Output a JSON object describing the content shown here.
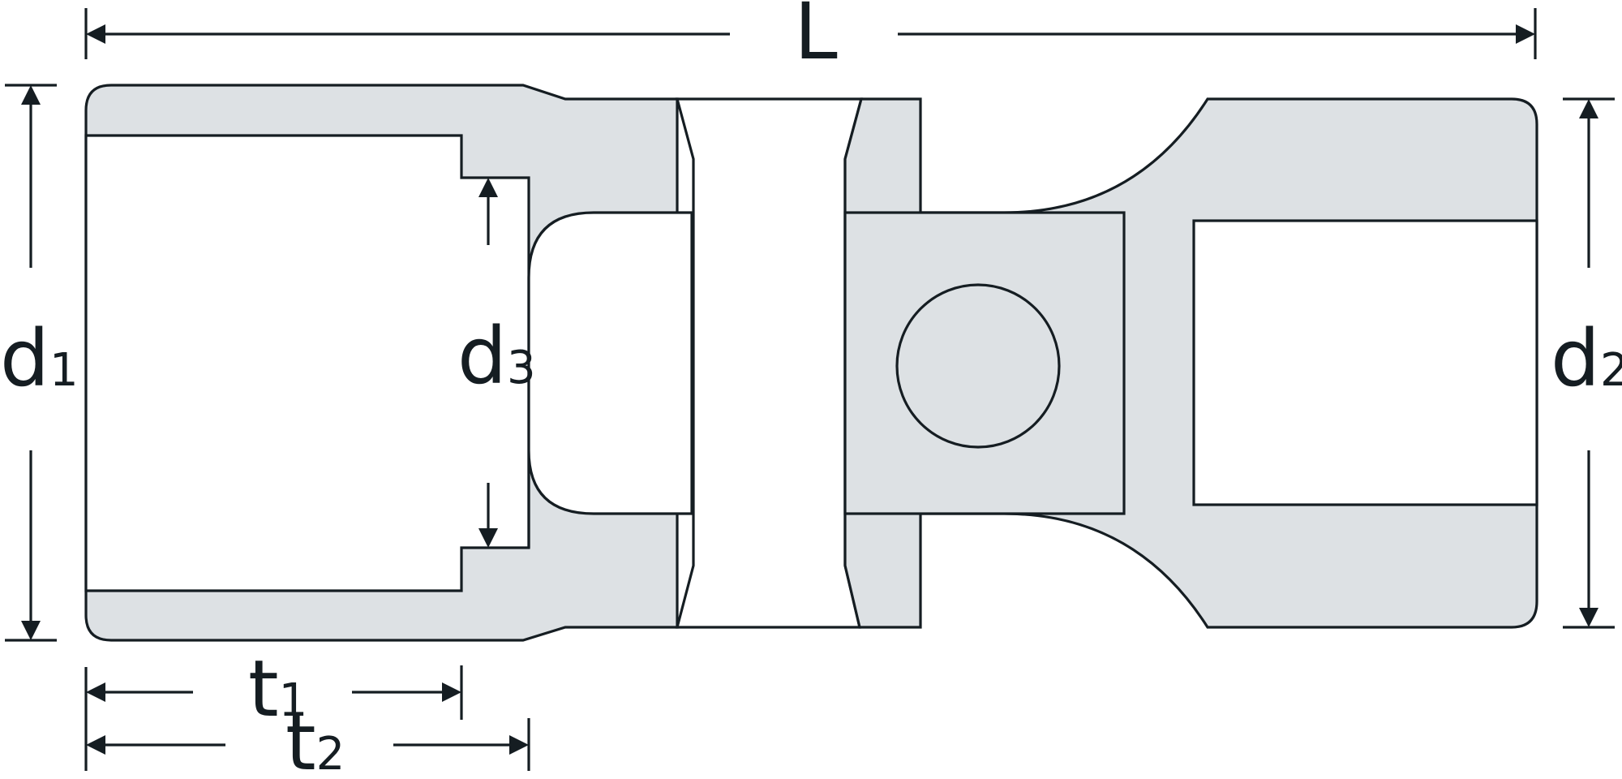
{
  "colors": {
    "part_fill": "#dde1e4",
    "line": "#151d22",
    "background": "#ffffff"
  },
  "labels": {
    "L": "L",
    "d1": {
      "main": "d",
      "sub": "1"
    },
    "d2": {
      "main": "d",
      "sub": "2"
    },
    "d3": {
      "main": "d",
      "sub": "3"
    },
    "t1": {
      "main": "t",
      "sub": "1"
    },
    "t2": {
      "main": "t",
      "sub": "2"
    }
  }
}
